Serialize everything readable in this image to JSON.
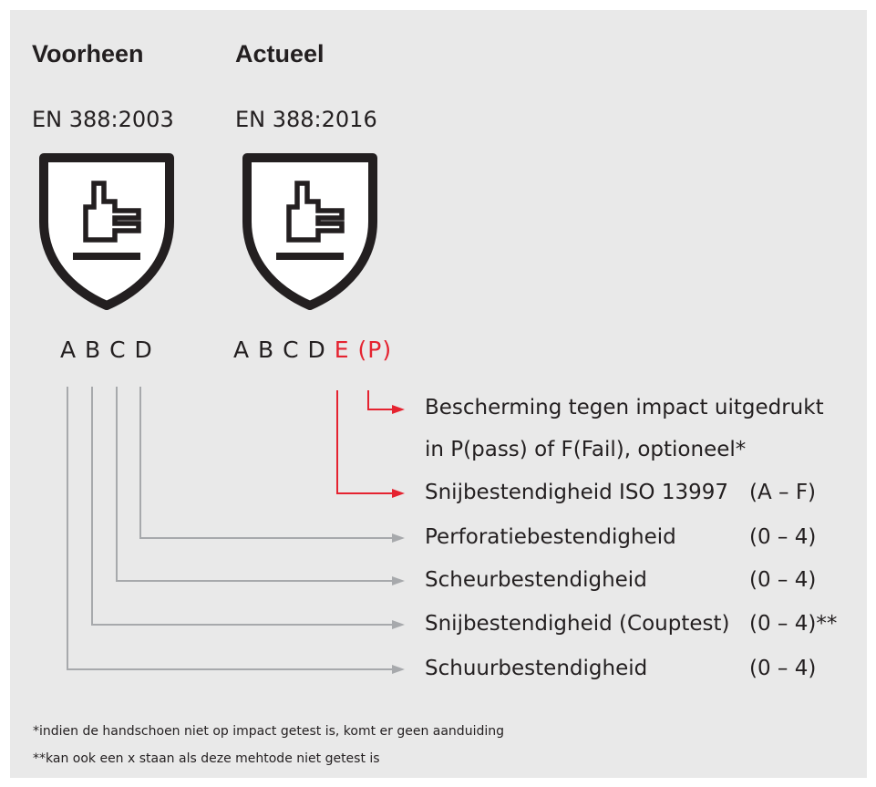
{
  "columns": [
    {
      "heading": "Voorheen",
      "standard": "EN 388:2003",
      "codes": "A B C D"
    },
    {
      "heading": "Actueel",
      "standard": "EN 388:2016",
      "codes": "A B C D",
      "extra_code": "E",
      "optional_code": "(P)"
    }
  ],
  "legend": [
    {
      "label": "Bescherming tegen impact uitgedrukt",
      "label2": "in P(pass) of F(Fail), optioneel*",
      "range": "",
      "color": "#e52330"
    },
    {
      "label": "Snijbestendigheid ISO 13997",
      "range": "(A – F)",
      "color": "#e52330"
    },
    {
      "label": "Perforatiebestendigheid",
      "range": "(0 – 4)",
      "color": "#a7a9ac"
    },
    {
      "label": "Scheurbestendigheid",
      "range": "(0 – 4)",
      "color": "#a7a9ac"
    },
    {
      "label": "Snijbestendigheid (Couptest)",
      "range": "(0 – 4)**",
      "color": "#a7a9ac"
    },
    {
      "label": "Schuurbestendigheid",
      "range": "(0 – 4)",
      "color": "#a7a9ac"
    }
  ],
  "footnotes": [
    "*indien de handschoen niet op impact getest is, komt er geen aanduiding",
    "**kan ook een x staan als deze mehtode niet getest is"
  ],
  "icons": [
    "shield-hammer-icon",
    "shield-hammer-icon"
  ],
  "colors": {
    "accent": "#e52330",
    "connector": "#a7a9ac",
    "background": "#e9e9e9",
    "text": "#231f20"
  }
}
